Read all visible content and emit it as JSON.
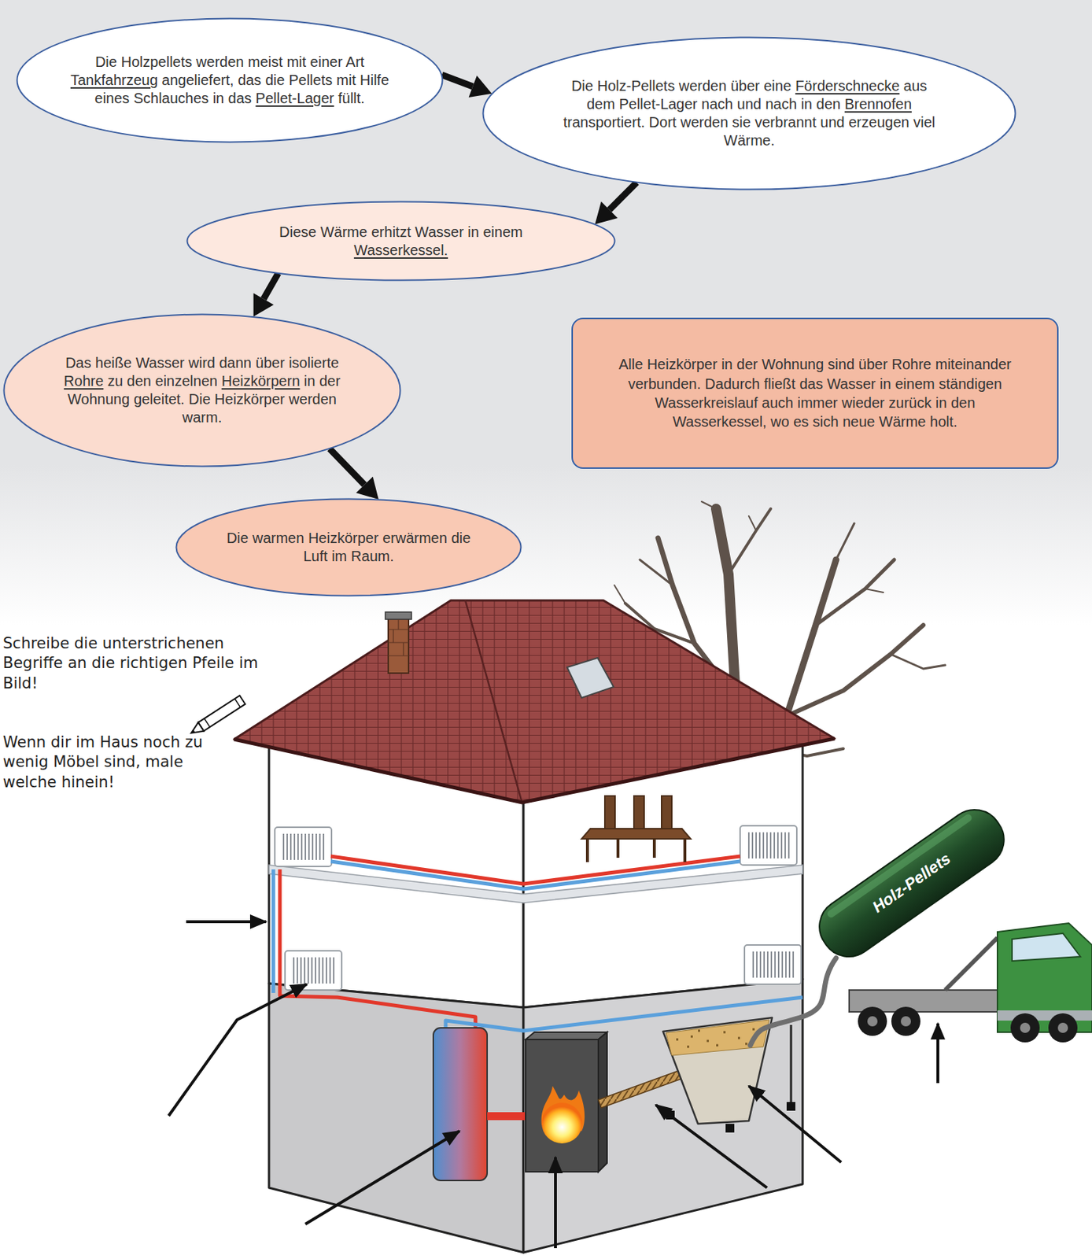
{
  "diagram": {
    "nodes": [
      {
        "text": [
          "Die Holzpellets werden meist mit einer Art Tankfahrzeug angeliefert, das die Pellets mit Hilfe eines Schlauches in das Pellet-Lager füllt."
        ]
      },
      {
        "text": [
          "Die Holz-Pellets werden über eine Förderschnecke aus dem Pellet-Lager nach und nach in den Brennofen transportiert. Dort werden sie verbrannt und erzeugen viel Wärme."
        ]
      },
      {
        "text": [
          "Diese Wärme erhitzt Wasser in einem Wasserkessel."
        ]
      },
      {
        "text": [
          "Das heiße Wasser wird dann über isolierte Rohre zu den einzelnen Heizkörpern in der Wohnung geleitet. Die Heizkörper werden warm."
        ]
      },
      {
        "text": [
          "Alle Heizkörper in der Wohnung sind über Rohre miteinander verbunden. Dadurch fließt das Wasser in einem ständigen Wasserkreislauf auch immer wieder zurück in den Wasserkessel, wo es sich neue Wärme holt."
        ]
      },
      {
        "text": [
          "Die warmen Heizkörper erwärmen die Luft im Raum."
        ]
      }
    ],
    "edges": [
      {
        "from": 0,
        "to": 1,
        "arrow": "to"
      },
      {
        "from": 1,
        "to": 2,
        "arrow": "to"
      },
      {
        "from": 2,
        "to": 3,
        "arrow": "to"
      },
      {
        "from": 3,
        "to": 5,
        "arrow": "to"
      }
    ],
    "labels": [
      "Schreibe die unterstrichenen Begriffe an die richtigen Pfeile im Bild!",
      "Wenn dir im Haus noch zu wenig Möbel sind, male welche hinein!",
      "Holz-Pellets"
    ]
  }
}
